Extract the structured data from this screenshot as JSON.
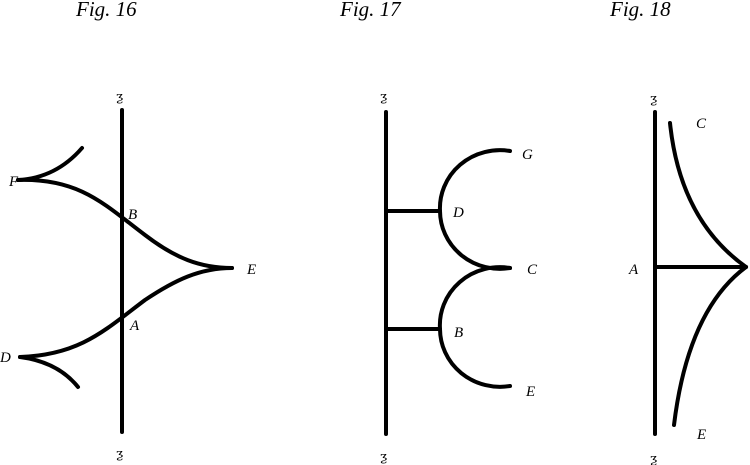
{
  "figures": [
    {
      "caption": "Fig. 16",
      "axis_mark": "ƺ",
      "points": {
        "F": "F",
        "B": "B",
        "E": "E",
        "A": "A",
        "D": "D"
      }
    },
    {
      "caption": "Fig. 17",
      "axis_mark": "ƺ",
      "points": {
        "G": "G",
        "D": "D",
        "C": "C",
        "B": "B",
        "E": "E"
      }
    },
    {
      "caption": "Fig. 18",
      "axis_mark": "ƺ",
      "points": {
        "C": "C",
        "A": "A",
        "E": "E"
      }
    }
  ]
}
